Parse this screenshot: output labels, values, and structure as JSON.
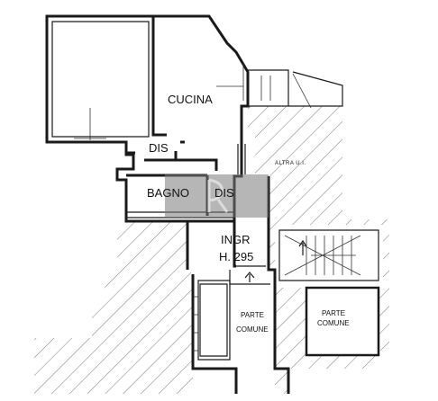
{
  "plan": {
    "rooms": {
      "cucina": "CUCINA",
      "dis_upper": "DIS",
      "bagno": "BAGNO",
      "dis_lower": "DIS",
      "ingr": "INGR",
      "height": "H. 295",
      "altra": "ALTRA U.I.",
      "parte_comune_left_1": "PARTE",
      "parte_comune_left_2": "COMUNE",
      "parte_comune_right_1": "PARTE",
      "parte_comune_right_2": "COMUNE"
    },
    "accent_color": "#7a7a7a"
  }
}
